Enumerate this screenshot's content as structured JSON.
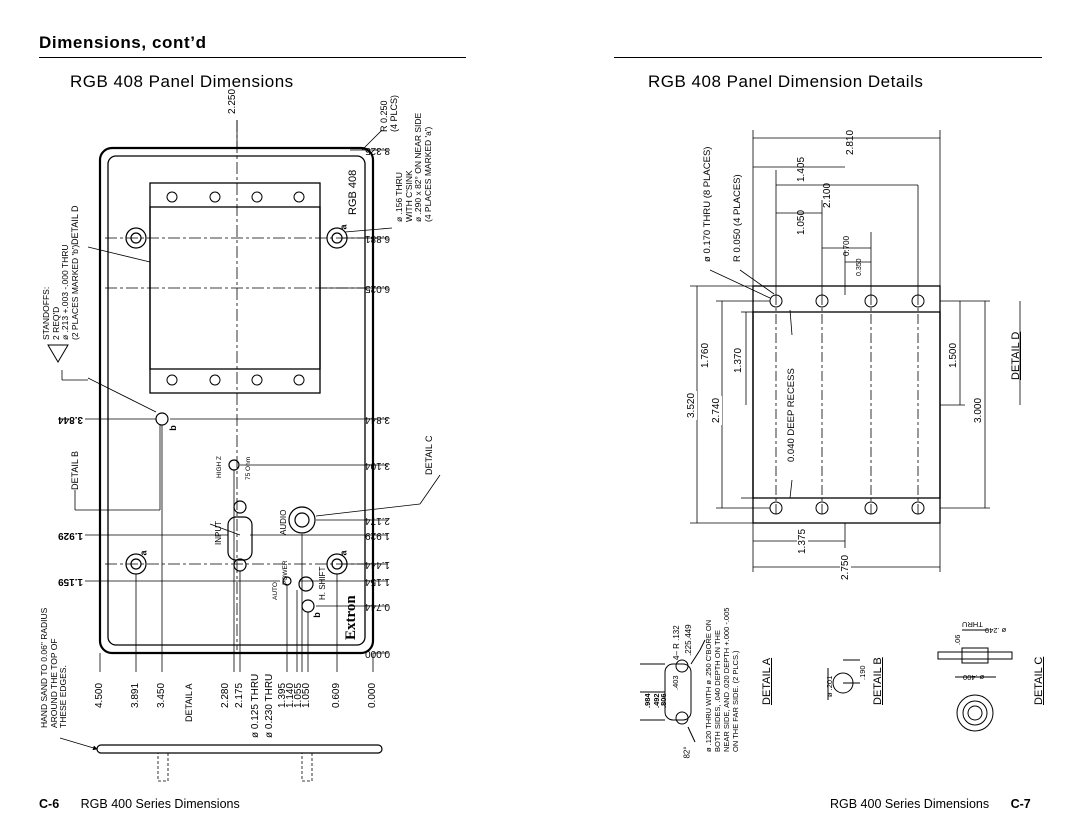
{
  "header": {
    "section_title": "Dimensions, cont’d",
    "left_title": "RGB 408 Panel Dimensions",
    "right_title": "RGB 408 Panel Dimension Details"
  },
  "left": {
    "top_dim": "2.250",
    "radius_note": [
      "R 0.250",
      "(4 PLCS)"
    ],
    "right_dims": [
      "8.325",
      "6.881",
      "6.025",
      "3.844",
      "3.104",
      "2.174",
      "1.929",
      "1.444",
      "1.154",
      "0.744",
      "0.000"
    ],
    "left_dims": [
      "3.844",
      "1.929",
      "1.159"
    ],
    "bottom_dims": [
      "4.500",
      "3.891",
      "3.450",
      "2.280",
      "2.175",
      "1.395",
      "1.140",
      "1.055",
      "1.050",
      "0.609",
      "0.000"
    ],
    "hole_notes": [
      "ø 0.125  THRU",
      "ø 0.230  THRU"
    ],
    "detail_labels": [
      "DETAIL  D",
      "DETAIL  B",
      "DETAIL  A",
      "DETAIL  C"
    ],
    "standoff_note": [
      "STANDOFFS:",
      "2  REQ'D",
      "ø .213  +.003 -.000  THRU",
      "(2  PLACES MARKED 'b')"
    ],
    "csink_note": [
      "ø .156  THRU",
      "WITH  C'SINK",
      "ø .290  x  82°  ON NEAR SIDE",
      "(4  PLACES MARKED 'a')"
    ],
    "edge_note": [
      "HAND SAND TO 0.06\" RADIUS",
      "AROUND THE TOP OF",
      "THESE EDGES."
    ],
    "panel_labels": [
      "RGB 408",
      "INPUT",
      "AUDIO",
      "HIGH Z",
      "75 Ohm",
      "AUTO",
      "POWER",
      "H. SHIFT",
      "Extron"
    ],
    "markers": [
      "a",
      "b"
    ]
  },
  "right": {
    "detail_d": {
      "top_dims": [
        "2.810",
        "1.405",
        "2.100",
        "1.050",
        "0.700",
        "0.350"
      ],
      "hole_note": "ø 0.170 THRU  (8 PLACES)",
      "radius_note": "R 0.050  (4 PLACES)",
      "left_dims": [
        "3.520",
        "2.740",
        "1.760",
        "1.370"
      ],
      "right_dims": [
        "3.000",
        "1.500"
      ],
      "recess_note": "0.040  DEEP  RECESS",
      "bottom_dims": [
        "1.375",
        "2.750"
      ],
      "label": "DETAIL  D"
    },
    "detail_a": {
      "dims": [
        ".984",
        ".492",
        ".806",
        ".403",
        "4– R .132",
        ".449",
        ".225",
        "82°"
      ],
      "note": [
        "ø .120 THRU WITH ø .250 C'BORE ON",
        "BOTH SIDES, .040 DEPTH ON THE",
        "NEAR SIDE, AND .020 DEPTH +.000 -.005",
        "ON THE FAR SIDE. (2 PLCS.)"
      ],
      "label": "DETAIL  A"
    },
    "detail_b": {
      "dims": [
        "ø .201",
        ".190"
      ],
      "label": "DETAIL  B"
    },
    "detail_c": {
      "dims": [
        ".06",
        "ø .240",
        "THRU",
        "ø .400"
      ],
      "label": "DETAIL  C"
    }
  },
  "footer": {
    "left_page": "C-6",
    "left_text": "RGB 400 Series Dimensions",
    "right_text": "RGB 400 Series Dimensions",
    "right_page": "C-7"
  }
}
